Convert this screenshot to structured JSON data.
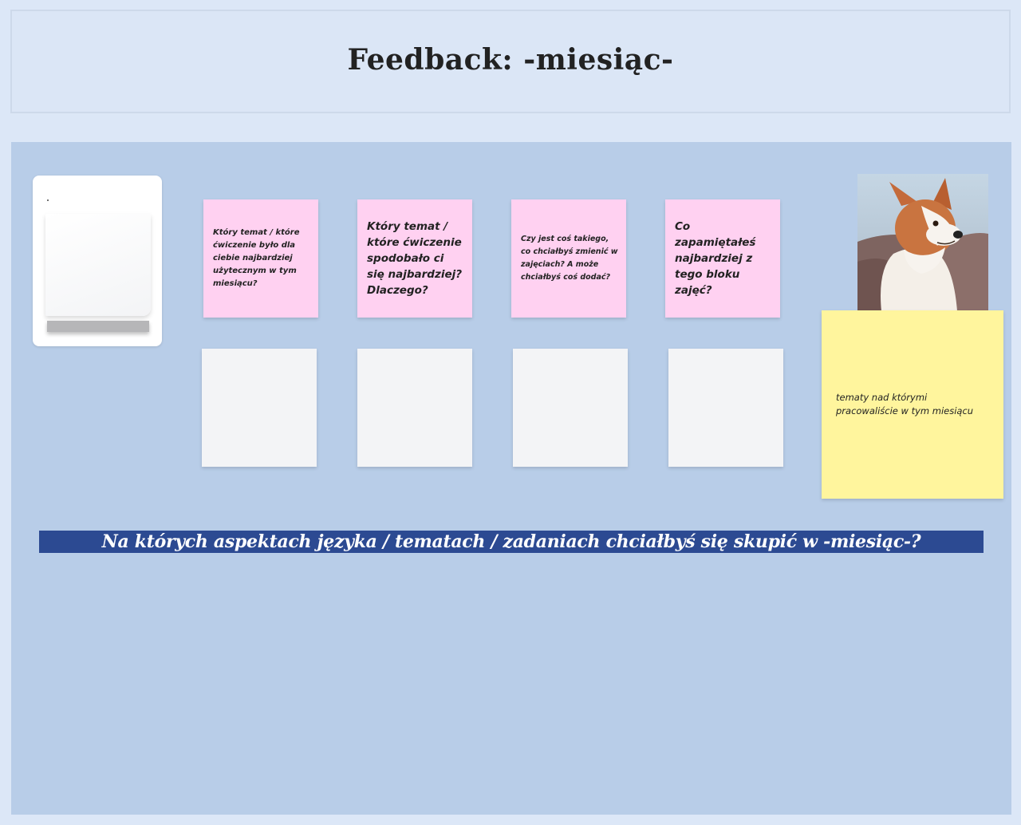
{
  "board": {
    "title": "Feedback: -miesiąc-"
  },
  "prompts": [
    {
      "text": "Który temat / które ćwiczenie było dla ciebie najbardziej użytecznym w tym miesiącu?"
    },
    {
      "text": "Który temat / które ćwiczenie spodobało ci się najbardziej? Dlaczego?"
    },
    {
      "text": "Czy jest coś takiego, co chciałbyś zmienić w zajęciach? A może chciałbyś coś dodać?"
    },
    {
      "text": "Co zapamiętałeś najbardziej z tego bloku zajęć?"
    }
  ],
  "note_yellow": {
    "text": "tematy nad którymi pracowaliście w tym miesiącu"
  },
  "banner": {
    "text": "Na których aspektach języka / tematach / zadaniach chciałbyś się skupić w -miesiąc-?"
  },
  "colors": {
    "background": "#dce7f7",
    "canvas": "#b8cde8",
    "sticky_pink": "#ffd1f1",
    "sticky_white": "#f3f4f6",
    "sticky_yellow": "#fff59d",
    "banner": "#2c4a92"
  },
  "icons": {
    "sticky_pad": "sticky-note-pad-icon",
    "photo": "dog-photo"
  }
}
